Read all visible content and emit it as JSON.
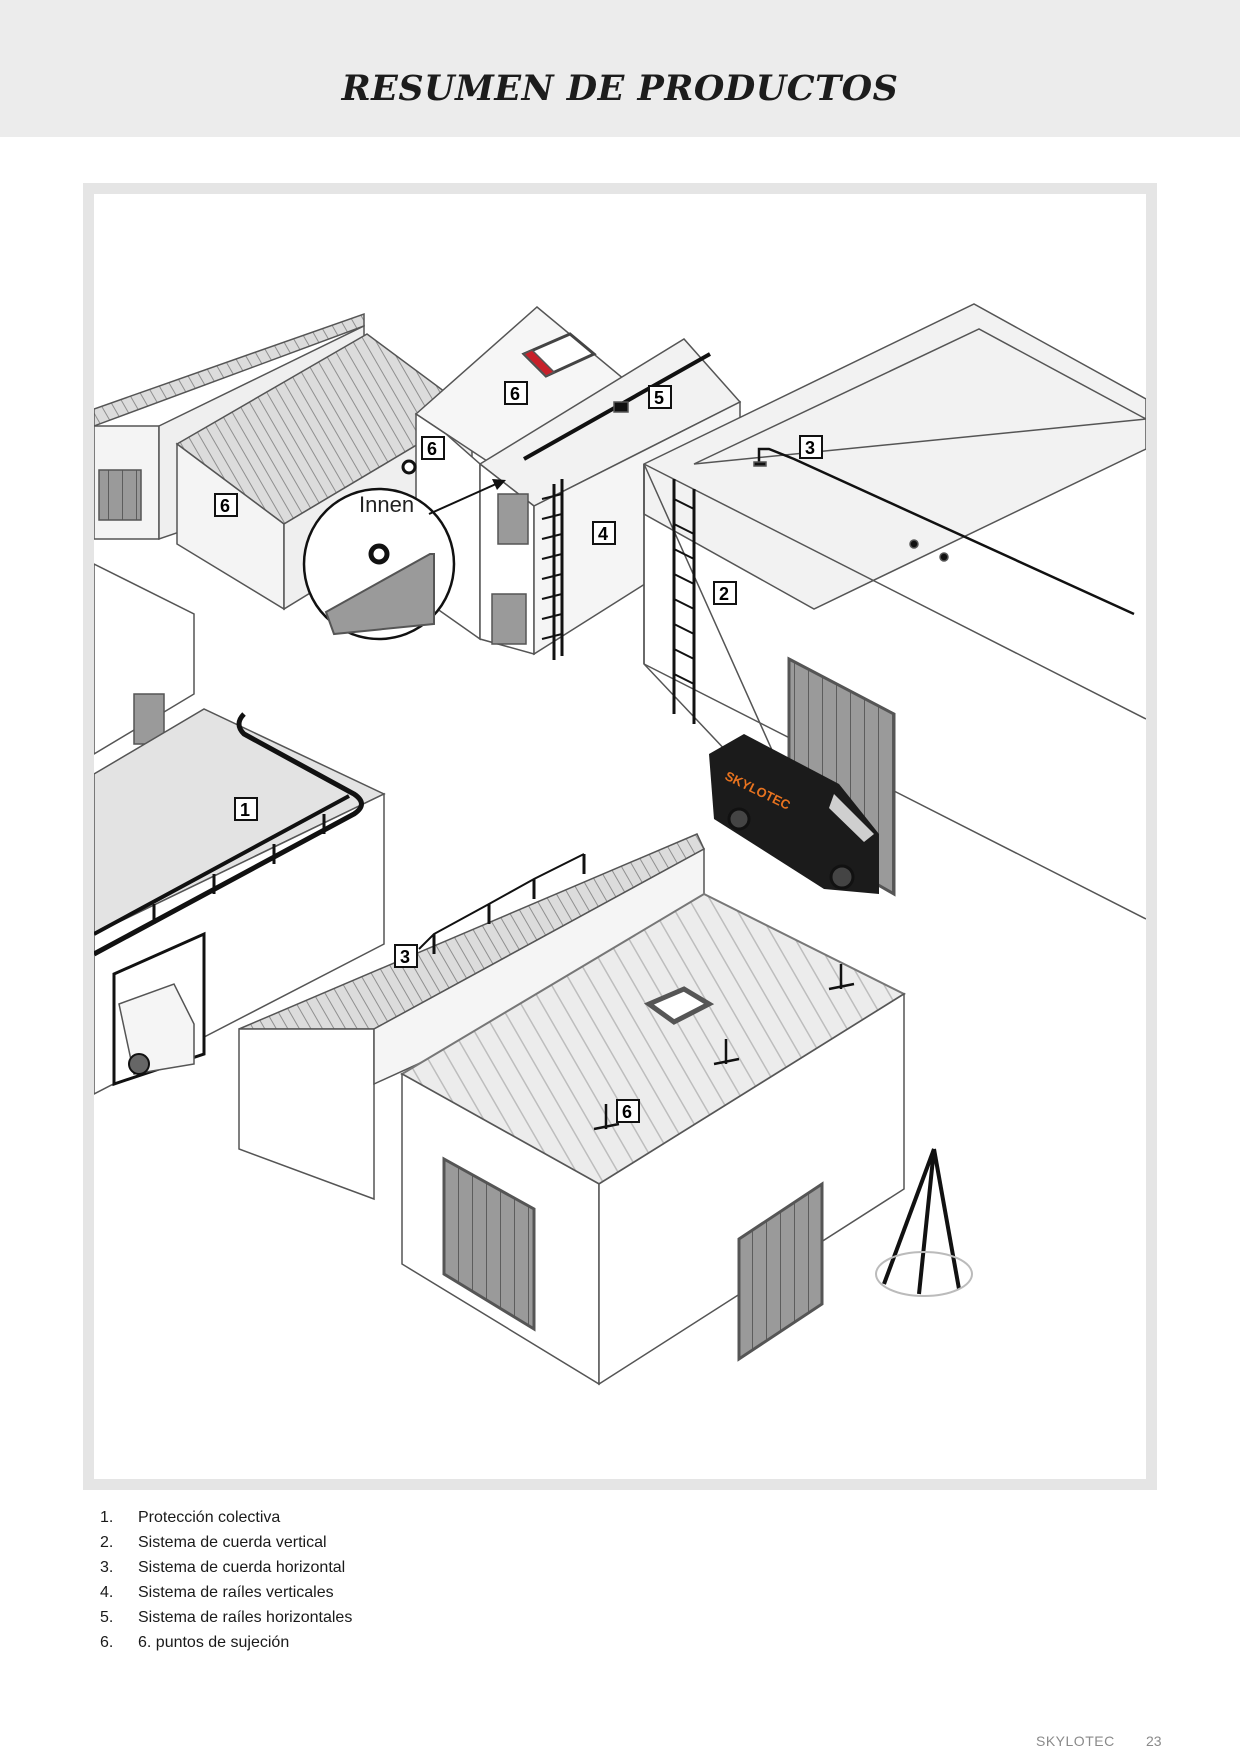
{
  "header": {
    "title": "RESUMEN DE PRODUCTOS"
  },
  "illustration": {
    "callout_label": "Innen",
    "brand_on_van": "SKYLOTEC",
    "markers": [
      "1",
      "2",
      "3",
      "3",
      "4",
      "5",
      "6",
      "6",
      "6",
      "6"
    ]
  },
  "legend": {
    "items": [
      {
        "num": "1.",
        "label": "Protección colectiva"
      },
      {
        "num": "2.",
        "label": "Sistema de cuerda vertical"
      },
      {
        "num": "3.",
        "label": "Sistema de cuerda horizontal"
      },
      {
        "num": "4.",
        "label": "Sistema de raíles verticales"
      },
      {
        "num": "5.",
        "label": "Sistema de raíles horizontales"
      },
      {
        "num": "6.",
        "label": "6. puntos de sujeción"
      }
    ]
  },
  "footer": {
    "brand": "SKYLOTEC",
    "page": "23"
  },
  "colors": {
    "header_bg": "#ececec",
    "frame": "#e5e5e5",
    "accent_orange": "#e8731f",
    "red_mark": "#c8202a"
  }
}
